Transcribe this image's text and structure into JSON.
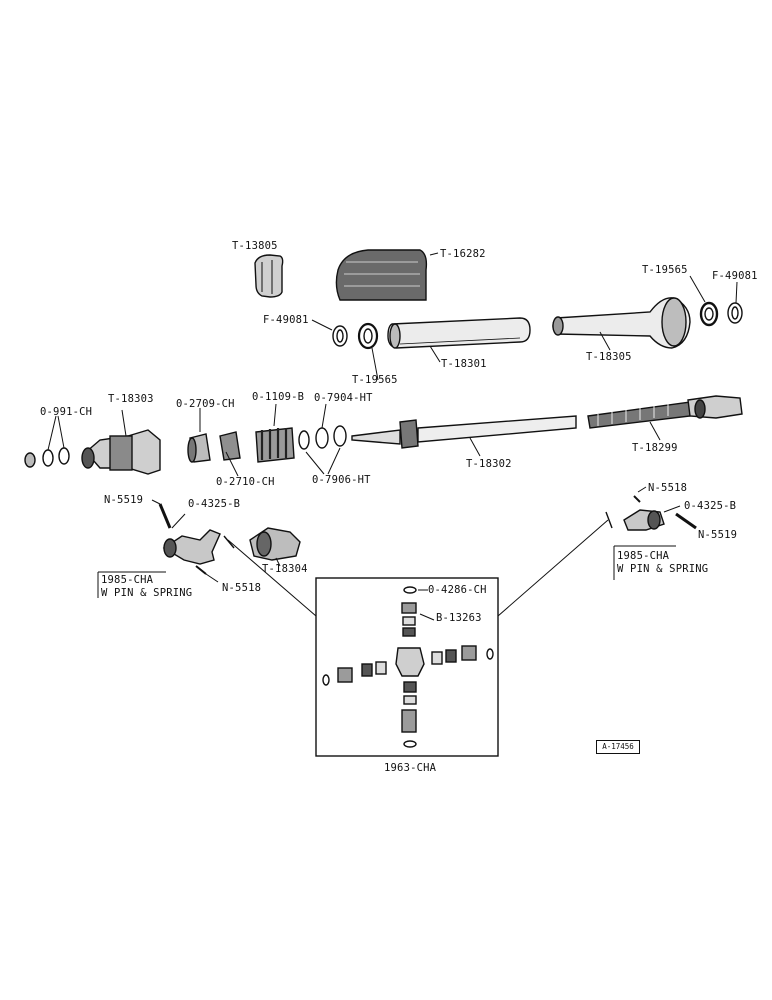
{
  "colors": {
    "ink": "#111111",
    "paper": "#ffffff"
  },
  "labels": {
    "t13805": "T-13805",
    "t16282": "T-16282",
    "t19565_right": "T-19565",
    "f49081_right": "F-49081",
    "f49081_left": "F-49081",
    "t19565_left": "T-19565",
    "t18301": "T-18301",
    "t18305": "T-18305",
    "o991ch": "0-991-CH",
    "t18303": "T-18303",
    "o2709ch": "0-2709-CH",
    "o1109b": "0-1109-B",
    "o7904ht": "0-7904-HT",
    "o2710ch": "0-2710-CH",
    "o7906ht": "0-7906-HT",
    "t18302": "T-18302",
    "t18299": "T-18299",
    "n5519_left": "N-5519",
    "o4325b_left": "0-4325-B",
    "t18304": "T-18304",
    "n5518_left": "N-5518",
    "n5518_right": "N-5518",
    "o4325b_right": "0-4325-B",
    "n5519_right": "N-5519",
    "o4286ch": "0-4286-CH",
    "b13263": "B-13263",
    "cha1963": "1963-CHA"
  },
  "notes": {
    "left_line1": "1985-CHA",
    "left_line2": "W PIN & SPRING",
    "right_line1": "1985-CHA",
    "right_line2": "W PIN & SPRING"
  },
  "drawing_ref": "A-17456"
}
